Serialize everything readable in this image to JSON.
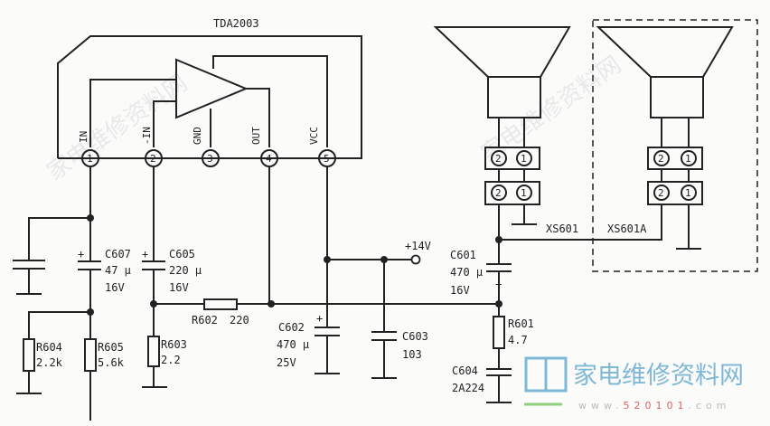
{
  "ic": {
    "name": "TDA2003",
    "pins": [
      {
        "num": "1",
        "label": "IN"
      },
      {
        "num": "2",
        "label": "-IN"
      },
      {
        "num": "3",
        "label": "GND"
      },
      {
        "num": "4",
        "label": "OUT"
      },
      {
        "num": "5",
        "label": "VCC"
      }
    ]
  },
  "components": {
    "c607": {
      "ref": "C607",
      "value": "47 µ",
      "voltage": "16V"
    },
    "c605": {
      "ref": "C605",
      "value": "220 µ",
      "voltage": "16V"
    },
    "r602": {
      "ref": "R602",
      "value": "220"
    },
    "r604": {
      "ref": "R604",
      "value": "2.2k"
    },
    "r605": {
      "ref": "R605",
      "value": "5.6k"
    },
    "r603": {
      "ref": "R603",
      "value": "2.2"
    },
    "c602": {
      "ref": "C602",
      "value": "470 µ",
      "voltage": "25V"
    },
    "c603": {
      "ref": "C603",
      "value": "103"
    },
    "c601": {
      "ref": "C601",
      "value": "470 µ",
      "voltage": "16V"
    },
    "r601": {
      "ref": "R601",
      "value": "4.7"
    },
    "c604": {
      "ref": "C604",
      "value": "2A224"
    }
  },
  "supply": "+14V",
  "connectors": {
    "xs601": "XS601",
    "xs601a": "XS601A",
    "pin2": "2",
    "pin1": "1"
  },
  "plus": "+",
  "logo": {
    "text": "家电维修资料网",
    "url_prefix": "www.",
    "url_num": "520101",
    "url_suffix": ".com"
  }
}
